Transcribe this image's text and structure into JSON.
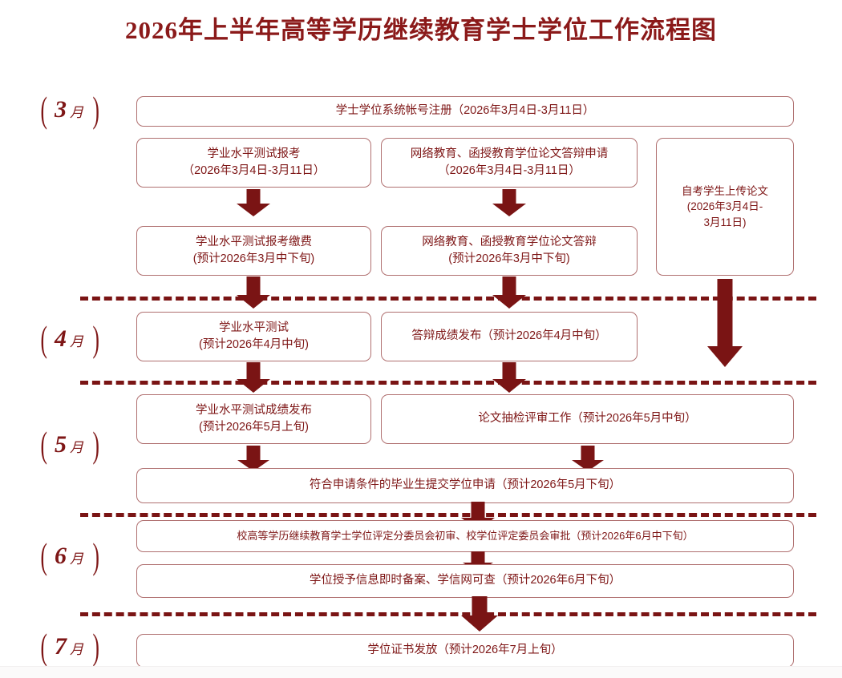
{
  "title": "2026年上半年高等学历继续教育学士学位工作流程图",
  "accent_color": "#7E1616",
  "box_border_color": "#B07070",
  "arrow_color": "#7A1414",
  "months": [
    {
      "num": "3",
      "unit": "月"
    },
    {
      "num": "4",
      "unit": "月"
    },
    {
      "num": "5",
      "unit": "月"
    },
    {
      "num": "6",
      "unit": "月"
    },
    {
      "num": "7",
      "unit": "月"
    }
  ],
  "boxes": {
    "m3_register": "学士学位系统帐号注册（2026年3月4日-3月11日）",
    "m3_c1_apply": "学业水平测试报考\n（2026年3月4日-3月11日）",
    "m3_c1_pay": "学业水平测试报考缴费\n(预计2026年3月中下旬)",
    "m3_c2_apply": "网络教育、函授教育学位论文答辩申请\n（2026年3月4日-3月11日）",
    "m3_c2_defense": "网络教育、函授教育学位论文答辩\n(预计2026年3月中下旬)",
    "m3_c3_upload": "自考学生上传论文\n(2026年3月4日-\n3月11日)",
    "m4_test": "学业水平测试\n(预计2026年4月中旬)",
    "m4_result": "答辩成绩发布（预计2026年4月中旬）",
    "m5_score": "学业水平测试成绩发布\n(预计2026年5月上旬)",
    "m5_review": "论文抽检评审工作（预计2026年5月中旬）",
    "m5_submit": "符合申请条件的毕业生提交学位申请（预计2026年5月下旬）",
    "m6_approval": "校高等学历继续教育学士学位评定分委员会初审、校学位评定委员会审批（预计2026年6月中下旬）",
    "m6_record": "学位授予信息即时备案、学信网可查（预计2026年6月下旬）",
    "m7_issue": "学位证书发放（预计2026年7月上旬）"
  }
}
